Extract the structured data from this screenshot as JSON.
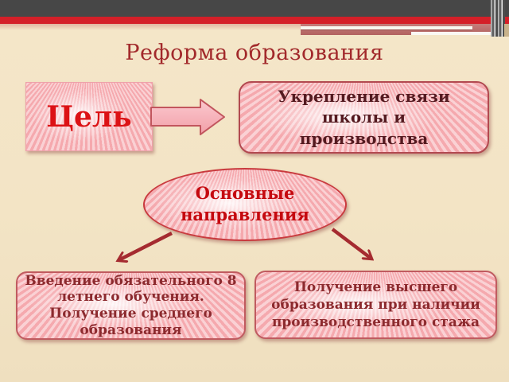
{
  "slide": {
    "title": "Реформа образования"
  },
  "goal": {
    "label": "Цель",
    "result_lines": [
      "Укрепление связи",
      "школы и",
      "производства"
    ]
  },
  "directions": {
    "heading_lines": [
      "Основные",
      "направления"
    ],
    "left_lines": [
      "Введение обязательного 8",
      "летнего обучения.",
      "Получение среднего",
      "образования"
    ],
    "right_lines": [
      "Получение высшего",
      "образования при наличии",
      "производственного стажа"
    ]
  },
  "icons": {
    "goal_arrow": "right-block-arrow",
    "left_connector": "arrow-down-left",
    "right_connector": "arrow-down-right"
  },
  "colors": {
    "background": "#f3e4c5",
    "header_bar": "#474747",
    "accent_stripe": "#d41f28",
    "title_text": "#a2292b",
    "goal_text": "#dc1215",
    "shape_fill": "#f5a9ae",
    "shape_border": "#b24950",
    "result_text": "#541a20",
    "direction_text": "#8c2a2e",
    "ellipse_text": "#c5090f",
    "connector": "#a52b30"
  }
}
